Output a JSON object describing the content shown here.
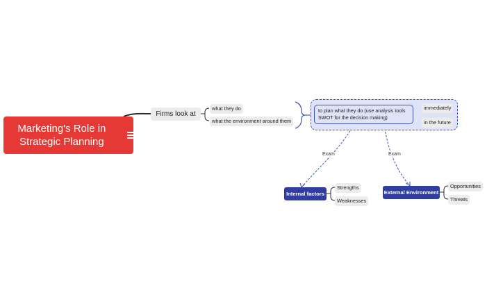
{
  "root": {
    "title": "Marketing's Role in Strategic Planning"
  },
  "firms": {
    "label": "Firms look at"
  },
  "firms_children": [
    "what they do",
    "what the environment around them"
  ],
  "plan": {
    "label": "to plan what they do (use analysis tools SWOT for the decision making)"
  },
  "plan_children": [
    "immediately",
    "in the future"
  ],
  "edges": {
    "exam_left": "Exam",
    "exam_right": "Exam"
  },
  "internal": {
    "label": "Internal factors",
    "children": [
      "Strengths",
      "Weaknesses"
    ]
  },
  "external": {
    "label": "External Environment",
    "children": [
      "Opportunities",
      "Threats"
    ]
  },
  "colors": {
    "root": "#e53935",
    "blue": "#303f9f",
    "frame": "#3f51b5",
    "pill": "#ececec"
  },
  "icons": {
    "root_menu": "menu-lines-icon"
  }
}
